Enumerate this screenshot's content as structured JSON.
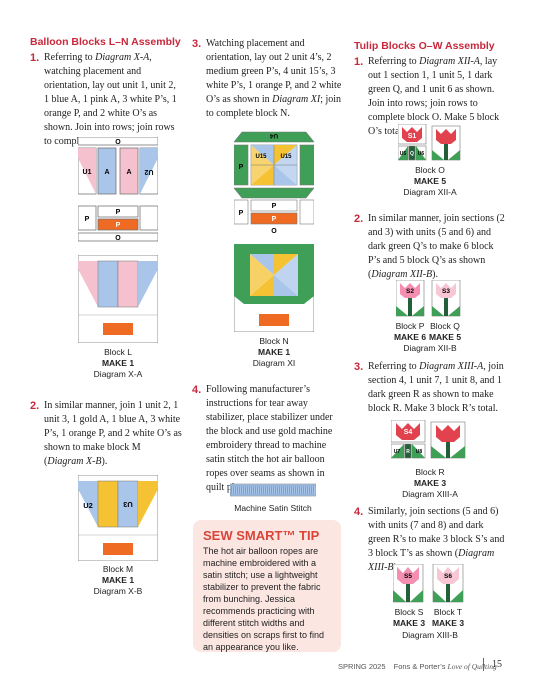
{
  "left": {
    "heading": "Balloon Blocks L–N Assembly",
    "step1": {
      "num": "1.",
      "pre": "Referring to ",
      "ref": "Diagram X-A",
      "post": ", watching placement and orientation, lay out unit 1, unit 2, 1 blue A, 1 pink A, 3 white P’s, 1 orange P, and 2 white O’s as shown. Join into rows; join rows to complete block L."
    },
    "diagA_labels": {
      "o_top": "O",
      "u1": "U1",
      "a1": "A",
      "a2": "A",
      "u2": "U2",
      "p_left": "P",
      "p_top": "P",
      "p_bottom": "P",
      "o_bottom": "O"
    },
    "capL": {
      "name": "Block L",
      "make": "MAKE 1",
      "diagram": "Diagram X-A"
    },
    "step2": {
      "num": "2.",
      "pre": "In similar manner, join 1 unit 2, 1 unit 3, 1 gold A, 1 blue A, 3 white P’s, 1 orange P, and 2 white O’s as shown to make block M (",
      "ref": "Diagram X-B",
      "post": ")."
    },
    "diagB_labels": {
      "u2": "U2",
      "u3": "U3"
    },
    "capM": {
      "name": "Block M",
      "make": "MAKE 1",
      "diagram": "Diagram X-B"
    }
  },
  "middle": {
    "step3": {
      "num": "3.",
      "pre": "Watching placement and orientation, lay out 2 unit 4’s, 2 medium green P’s, 4 unit 15’s, 3 white P’s, 1 orange P, and 2 white O’s as shown in ",
      "ref": "Diagram XI",
      "post": "; join to complete block N."
    },
    "diagN_labels": {
      "u4_top": "U4",
      "p_left": "P",
      "u15a": "U15",
      "u15b": "U15",
      "p_left2": "P",
      "p_top": "P",
      "p_bottom": "P",
      "o_bottom": "O"
    },
    "capN": {
      "name": "Block N",
      "make": "MAKE 1",
      "diagram": "Diagram XI"
    },
    "step4": {
      "num": "4.",
      "text": "Following manufacturer’s instructions for tear away stabilizer, place stabilizer under the block and use gold machine embroidery thread to machine satin stitch the hot air balloon ropes over seams as shown in quilt photos."
    },
    "stitch_caption": "Machine Satin Stitch",
    "tip": {
      "title": "SEW SMART™ TIP",
      "body": "The hot air balloon ropes are machine embroidered with a satin stitch; use a lightweight stabilizer to prevent the fabric from bunching. Jessica recommends practicing with different stitch widths and densities on scraps first to find an appearance you like."
    }
  },
  "right": {
    "heading": "Tulip Blocks O–W Assembly",
    "step1": {
      "num": "1.",
      "pre": "Referring to ",
      "ref": "Diagram XII-A",
      "post": ", lay out 1 section 1, 1 unit 5, 1 dark green Q, and 1 unit 6 as shown. Join into rows; join rows to complete block O. Make 5 block O’s total."
    },
    "diagO_labels": {
      "s1": "S1",
      "u5": "U5",
      "q": "Q",
      "u6": "U6"
    },
    "capO": {
      "name": "Block O",
      "make": "MAKE 5",
      "diagram": "Diagram XII-A"
    },
    "step2": {
      "num": "2.",
      "pre": "In similar manner, join sections (2 and 3) with units (5 and 6) and dark green Q’s to make 6 block P’s and 5 block Q’s as shown (",
      "ref": "Diagram XII-B",
      "post": ")."
    },
    "diagPQ_labels": {
      "s2": "S2",
      "s3": "S3"
    },
    "capP": {
      "name": "Block P",
      "make": "MAKE 6"
    },
    "capQ": {
      "name": "Block Q",
      "make": "MAKE 5"
    },
    "diagPQ_caption": "Diagram XII-B",
    "step3": {
      "num": "3.",
      "pre": "Referring to ",
      "ref": "Diagram XIII-A",
      "post": ", join section 4, 1 unit 7, 1 unit 8, and 1 dark green R as shown to make block R. Make 3 block R’s total."
    },
    "diagR_labels": {
      "s4": "S4",
      "u7": "U7",
      "r": "R",
      "u8": "U8"
    },
    "capR": {
      "name": "Block R",
      "make": "MAKE 3",
      "diagram": "Diagram XIII-A"
    },
    "step4": {
      "num": "4.",
      "pre": "Similarly, join sections (5 and 6) with units (7 and 8) and dark green R’s to make 3 block S’s and 3 block T’s as shown (",
      "ref": "Diagram XIII-B",
      "post": ")."
    },
    "diagST_labels": {
      "s5": "S5",
      "s6": "S6"
    },
    "capS": {
      "name": "Block S",
      "make": "MAKE 3"
    },
    "capT": {
      "name": "Block T",
      "make": "MAKE 3"
    },
    "diagST_caption": "Diagram XIII-B"
  },
  "footer": {
    "season": "SPRING 2025",
    "magazine_pre": "Fons & Porter’s ",
    "magazine_italic": "Love of Quilting",
    "page": "15"
  },
  "colors": {
    "accent": "#c8283c",
    "pink": "#f5c1cf",
    "blue": "#a9c6ea",
    "gold": "#f4c232",
    "orange": "#ef6a22",
    "green": "#3f9f57",
    "dark_green": "#23603a",
    "red": "#e2414e",
    "tip_bg": "#fbe6e1"
  }
}
